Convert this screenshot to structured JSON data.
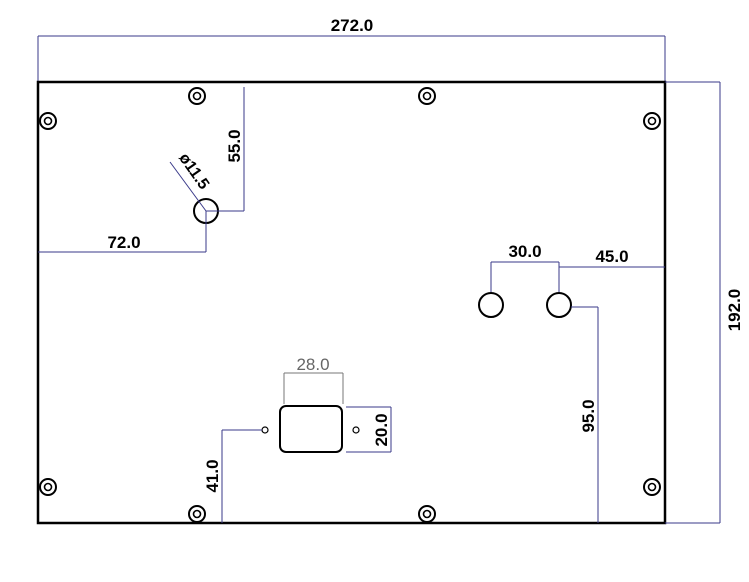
{
  "dimensions": {
    "overall_width": "272.0",
    "overall_height": "192.0",
    "hole_top_offset": "55.0",
    "hole_left_offset": "72.0",
    "hole_diameter": "ø11.5",
    "hole_spacing": "30.0",
    "right_hole_offset": "45.0",
    "right_hole_height": "95.0",
    "cutout_width": "28.0",
    "cutout_height": "20.0",
    "cutout_bottom_offset": "41.0"
  },
  "colors": {
    "dimension_line": "#3a3a8a",
    "outline": "#000000",
    "secondary_dimension": "#777777"
  },
  "icons": {
    "mounting_screw": "screw-icon"
  }
}
